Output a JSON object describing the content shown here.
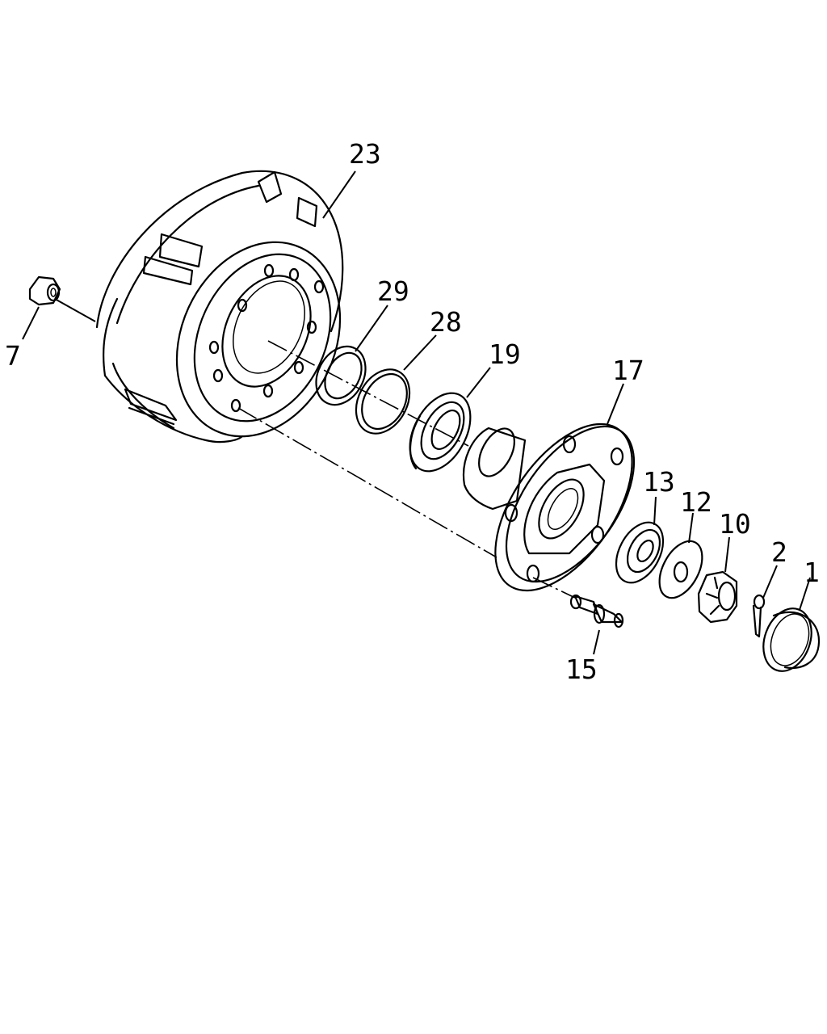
{
  "diagram": {
    "parts": [
      {
        "id": "p1",
        "label": "1"
      },
      {
        "id": "p2",
        "label": "2"
      },
      {
        "id": "p7",
        "label": "7"
      },
      {
        "id": "p10",
        "label": "10"
      },
      {
        "id": "p12",
        "label": "12"
      },
      {
        "id": "p13",
        "label": "13"
      },
      {
        "id": "p15",
        "label": "15"
      },
      {
        "id": "p17",
        "label": "17"
      },
      {
        "id": "p19",
        "label": "19"
      },
      {
        "id": "p23",
        "label": "23"
      },
      {
        "id": "p28",
        "label": "28"
      },
      {
        "id": "p29",
        "label": "29"
      }
    ]
  }
}
